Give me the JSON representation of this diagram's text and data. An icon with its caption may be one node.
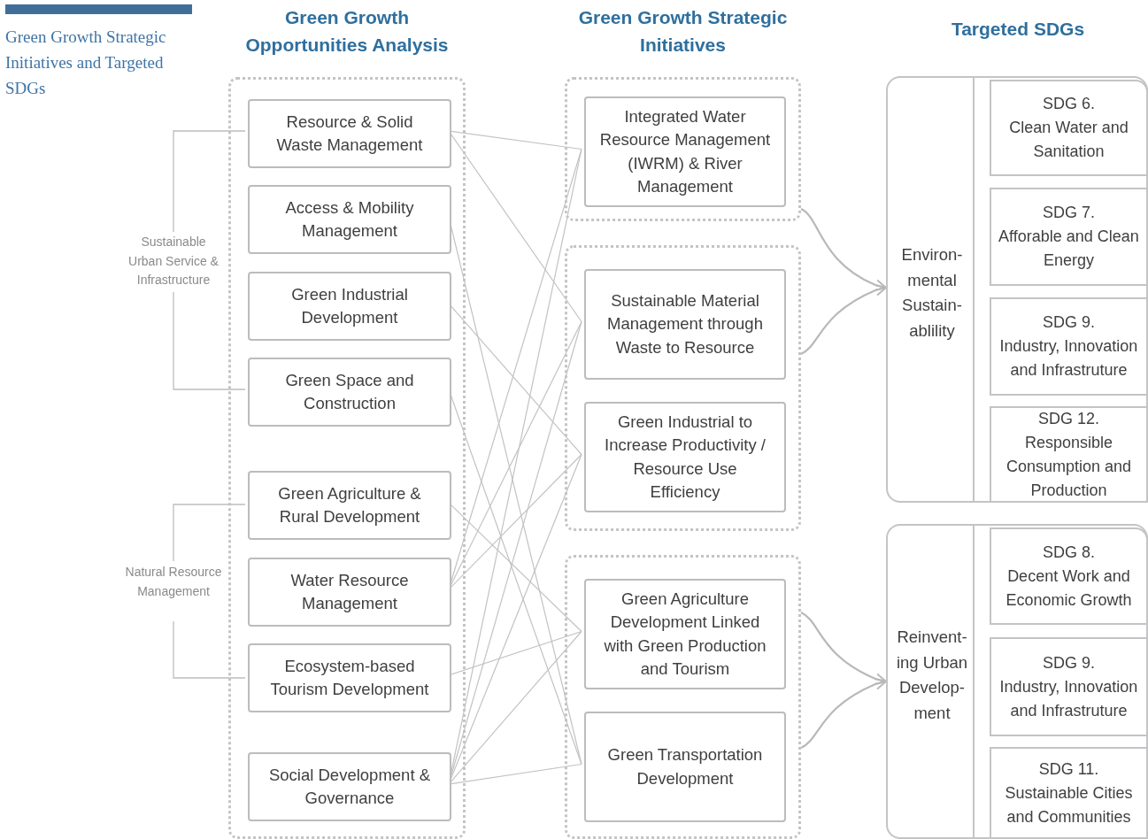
{
  "diagram": {
    "title": "Green Growth Strategic Initiatives and Targeted SDGs",
    "nodes": [
      {
        "text": [],
        "shape": "box"
      },
      {
        "text": [
          "Resource & Solid Waste Management"
        ],
        "in": 0
      },
      {
        "text": [
          "Access & Mobility Management"
        ],
        "in": 0
      },
      {
        "text": [
          "Green Industrial Development"
        ],
        "in": 0
      },
      {
        "text": [
          "Green Space and Construction"
        ],
        "in": 0
      },
      {
        "text": [
          "Green Agriculture & Rural Development"
        ],
        "in": 0
      },
      {
        "text": [
          "Water Resource Management"
        ],
        "in": 0
      },
      {
        "text": [
          "Ecosystem-based Tourism Development"
        ],
        "in": 0
      },
      {
        "text": [
          "Social Development & Governance"
        ],
        "in": 0
      },
      {
        "text": [],
        "shape": "box"
      },
      {
        "text": [
          "Integrated Water Resource Management (IWRM) & River Management"
        ],
        "in": 9
      },
      {
        "text": [],
        "shape": "box"
      },
      {
        "text": [
          "Sustainable Material Management through Waste to Resource"
        ],
        "in": 11
      },
      {
        "text": [
          "Green Industrial to Increase Productivity / Resource Use Efficiency"
        ],
        "in": 11
      },
      {
        "text": [],
        "shape": "box"
      },
      {
        "text": [
          "Green Agriculture Development Linked with Green Production and Tourism"
        ],
        "in": 14
      },
      {
        "text": [
          "Green Transportation Development"
        ],
        "in": 14
      },
      {
        "text": [
          "Environ- mental Sustain- ablility"
        ]
      },
      {
        "text": [
          "SDG 6.",
          "Clean Water and Sanitation"
        ],
        "in": 17
      },
      {
        "text": [
          "SDG 7.",
          "Afforable and Clean Energy"
        ],
        "in": 17
      },
      {
        "text": [
          "SDG 9.",
          "Industry, Innovation and Infrastruture"
        ],
        "in": 17
      },
      {
        "text": [
          "SDG 12.",
          "Responsible Consumption and Production"
        ],
        "in": 17
      },
      {
        "text": [
          "Reinvent- ing Urban Develop- ment"
        ]
      },
      {
        "text": [
          "SDG 8.",
          "Decent Work and Economic Growth"
        ],
        "in": 22
      },
      {
        "text": [
          "SDG 9.",
          "Industry, Innovation and Infrastruture"
        ],
        "in": 22
      },
      {
        "text": [
          "SDG 11.",
          "Sustainable Cities and Communities"
        ],
        "in": 22
      }
    ],
    "edges": [
      {
        "from": 1,
        "to": 10,
        "arrow": "none"
      },
      {
        "from": 1,
        "to": 12,
        "arrow": "none"
      },
      {
        "from": 2,
        "to": 16,
        "arrow": "none"
      },
      {
        "from": 3,
        "to": 13,
        "arrow": "none"
      },
      {
        "from": 4,
        "to": 16,
        "arrow": "none"
      },
      {
        "from": 5,
        "to": 15,
        "arrow": "none"
      },
      {
        "from": 6,
        "to": 10,
        "arrow": "none"
      },
      {
        "from": 6,
        "to": 12,
        "arrow": "none"
      },
      {
        "from": 6,
        "to": 13,
        "arrow": "none"
      },
      {
        "from": 7,
        "to": 15,
        "arrow": "none"
      },
      {
        "from": 8,
        "to": 10,
        "arrow": "none"
      },
      {
        "from": 8,
        "to": 12,
        "arrow": "none"
      },
      {
        "from": 8,
        "to": 13,
        "arrow": "none"
      },
      {
        "from": 8,
        "to": 15,
        "arrow": "none"
      },
      {
        "from": 8,
        "to": 16,
        "arrow": "none"
      },
      {
        "from": 9,
        "to": 17,
        "arrow": "to"
      },
      {
        "from": 11,
        "to": 17,
        "arrow": "to"
      },
      {
        "from": 14,
        "to": 22,
        "arrow": "to"
      },
      {
        "from": 14,
        "to": 22,
        "arrow": "to"
      }
    ],
    "labels": [
      "Green Growth Opportunities Analysis",
      "Green Growth Strategic Initiatives",
      "Targeted SDGs",
      "Sustainable Urban Service & Infrastructure",
      "Natural Resource Management"
    ]
  }
}
